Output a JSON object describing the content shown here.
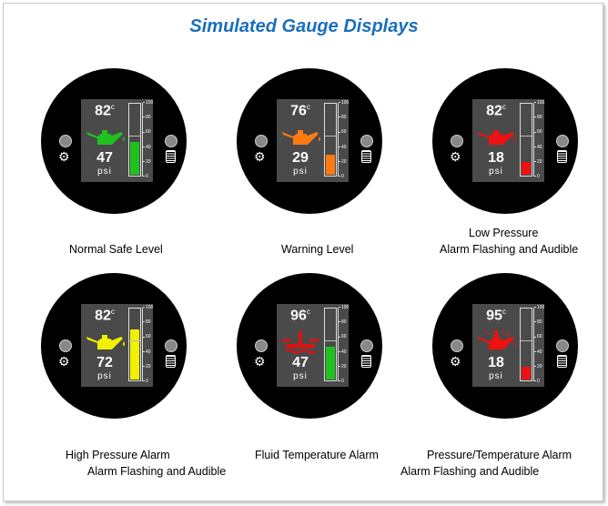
{
  "title": "Simulated Gauge Displays",
  "gauges": [
    {
      "temp": "82",
      "temp_unit": "c",
      "psi": "47",
      "unit": "psi",
      "fill_percent": 47,
      "color": "#1fc21f",
      "icon": "oil-can",
      "label1": "Normal Safe Level",
      "label2": ""
    },
    {
      "temp": "76",
      "temp_unit": "c",
      "psi": "29",
      "unit": "psi",
      "fill_percent": 29,
      "color": "#ff7a10",
      "icon": "oil-can",
      "label1": "Warning Level",
      "label2": ""
    },
    {
      "temp": "82",
      "temp_unit": "c",
      "psi": "18",
      "unit": "psi",
      "fill_percent": 18,
      "color": "#ee1111",
      "icon": "oil-can",
      "label1": "Low Pressure",
      "label2": "Alarm Flashing and Audible"
    },
    {
      "temp": "82",
      "temp_unit": "c",
      "psi": "72",
      "unit": "psi",
      "fill_percent": 72,
      "color": "#f0f000",
      "icon": "oil-can",
      "label1": "High Pressure Alarm",
      "label2": "Alarm Flashing and Audible"
    },
    {
      "temp": "96",
      "temp_unit": "c",
      "psi": "47",
      "unit": "psi",
      "fill_percent": 47,
      "color": "#1fc21f",
      "icon_color": "#dd1111",
      "icon": "temperature",
      "label1": "Fluid Temperature Alarm",
      "label2": ""
    },
    {
      "temp": "95",
      "temp_unit": "c",
      "psi": "18",
      "unit": "psi",
      "fill_percent": 18,
      "color": "#ee1111",
      "icon": "oil-can-temperature",
      "label1": "Pressure/Temperature Alarm",
      "label2": "Alarm Flashing and Audible"
    }
  ],
  "scale": [
    "100",
    "80",
    "60",
    "40",
    "20",
    "0"
  ],
  "threshold_percent": 54
}
